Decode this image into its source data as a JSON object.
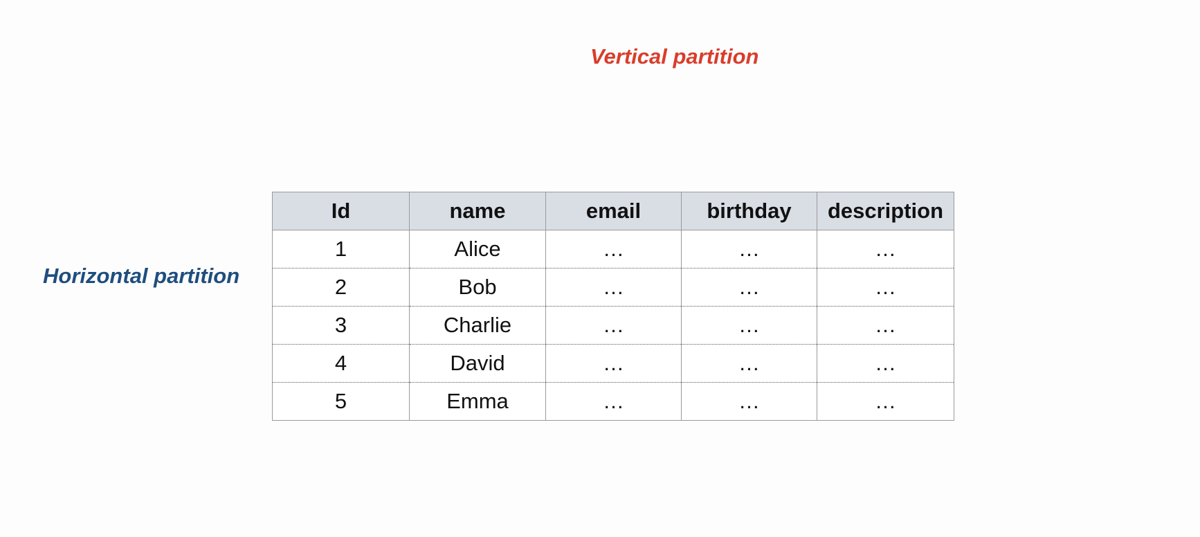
{
  "labels": {
    "vertical": "Vertical partition",
    "horizontal": "Horizontal partition"
  },
  "table": {
    "headers": [
      "Id",
      "name",
      "email",
      "birthday",
      "description"
    ],
    "rows": [
      [
        "1",
        "Alice",
        "…",
        "…",
        "…"
      ],
      [
        "2",
        "Bob",
        "…",
        "…",
        "…"
      ],
      [
        "3",
        "Charlie",
        "…",
        "…",
        "…"
      ],
      [
        "4",
        "David",
        "…",
        "…",
        "…"
      ],
      [
        "5",
        "Emma",
        "…",
        "…",
        "…"
      ]
    ]
  },
  "colors": {
    "vertical_line": "#e03a2a",
    "horizontal_line": "#234f80",
    "header_bg": "#d9dee5"
  }
}
